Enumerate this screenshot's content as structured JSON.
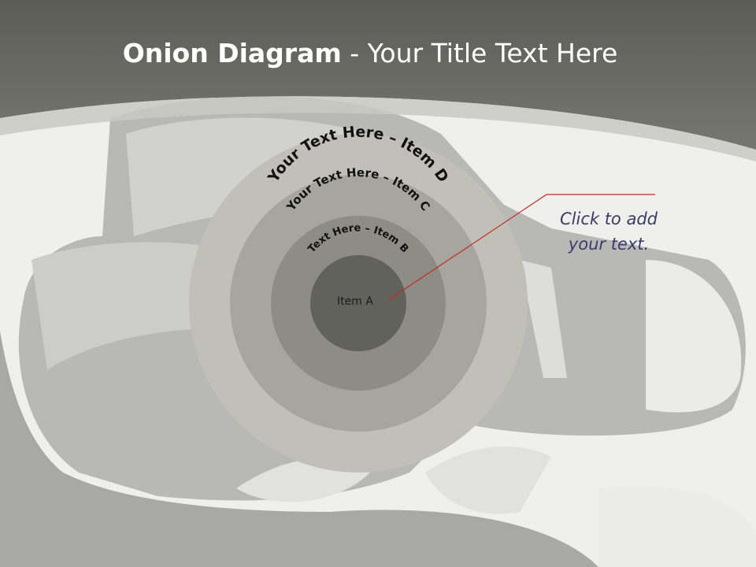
{
  "slide": {
    "title_bold": "Onion Diagram",
    "title_rest": " - Your Title Text Here",
    "callout_text_line1": "Click  to add",
    "callout_text_line2": "your text."
  },
  "diagram": {
    "layers": [
      {
        "label": "Item A",
        "color": "#62625c"
      },
      {
        "label": "Text Here – Item B",
        "color": "#8d8d85"
      },
      {
        "label": "Your Text Here – Item C",
        "color": "#a6a69e"
      },
      {
        "label": "Your Text Here – Item D",
        "color": "#c0c0b8"
      }
    ],
    "leader_line_color": "#c8282a"
  },
  "colors": {
    "header_band": "#6a6b64",
    "page_background": "#efefec",
    "callout_text": "#3b3b6a"
  },
  "icons": {
    "background_photo": "sneakers-photo-icon"
  }
}
